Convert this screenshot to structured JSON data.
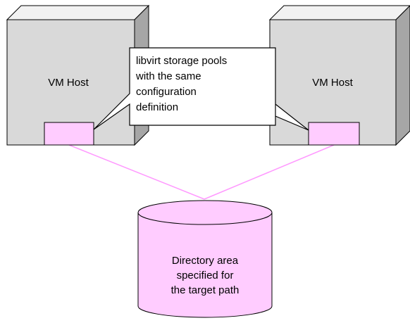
{
  "hosts": [
    {
      "label": "VM Host"
    },
    {
      "label": "VM Host"
    }
  ],
  "callout": {
    "lines": [
      "libvirt storage pools",
      "with the same",
      "configuration",
      "definition"
    ]
  },
  "storage": {
    "lines": [
      "Directory area",
      "specified for",
      "the target path"
    ]
  },
  "colors": {
    "host_face": "#d9d9d9",
    "host_top": "#f2f2f2",
    "host_side": "#a6a6a6",
    "pool_fill": "#ffccff",
    "connector": "#ff99ff",
    "cylinder_fill": "#ffccff",
    "outline": "#000000"
  }
}
